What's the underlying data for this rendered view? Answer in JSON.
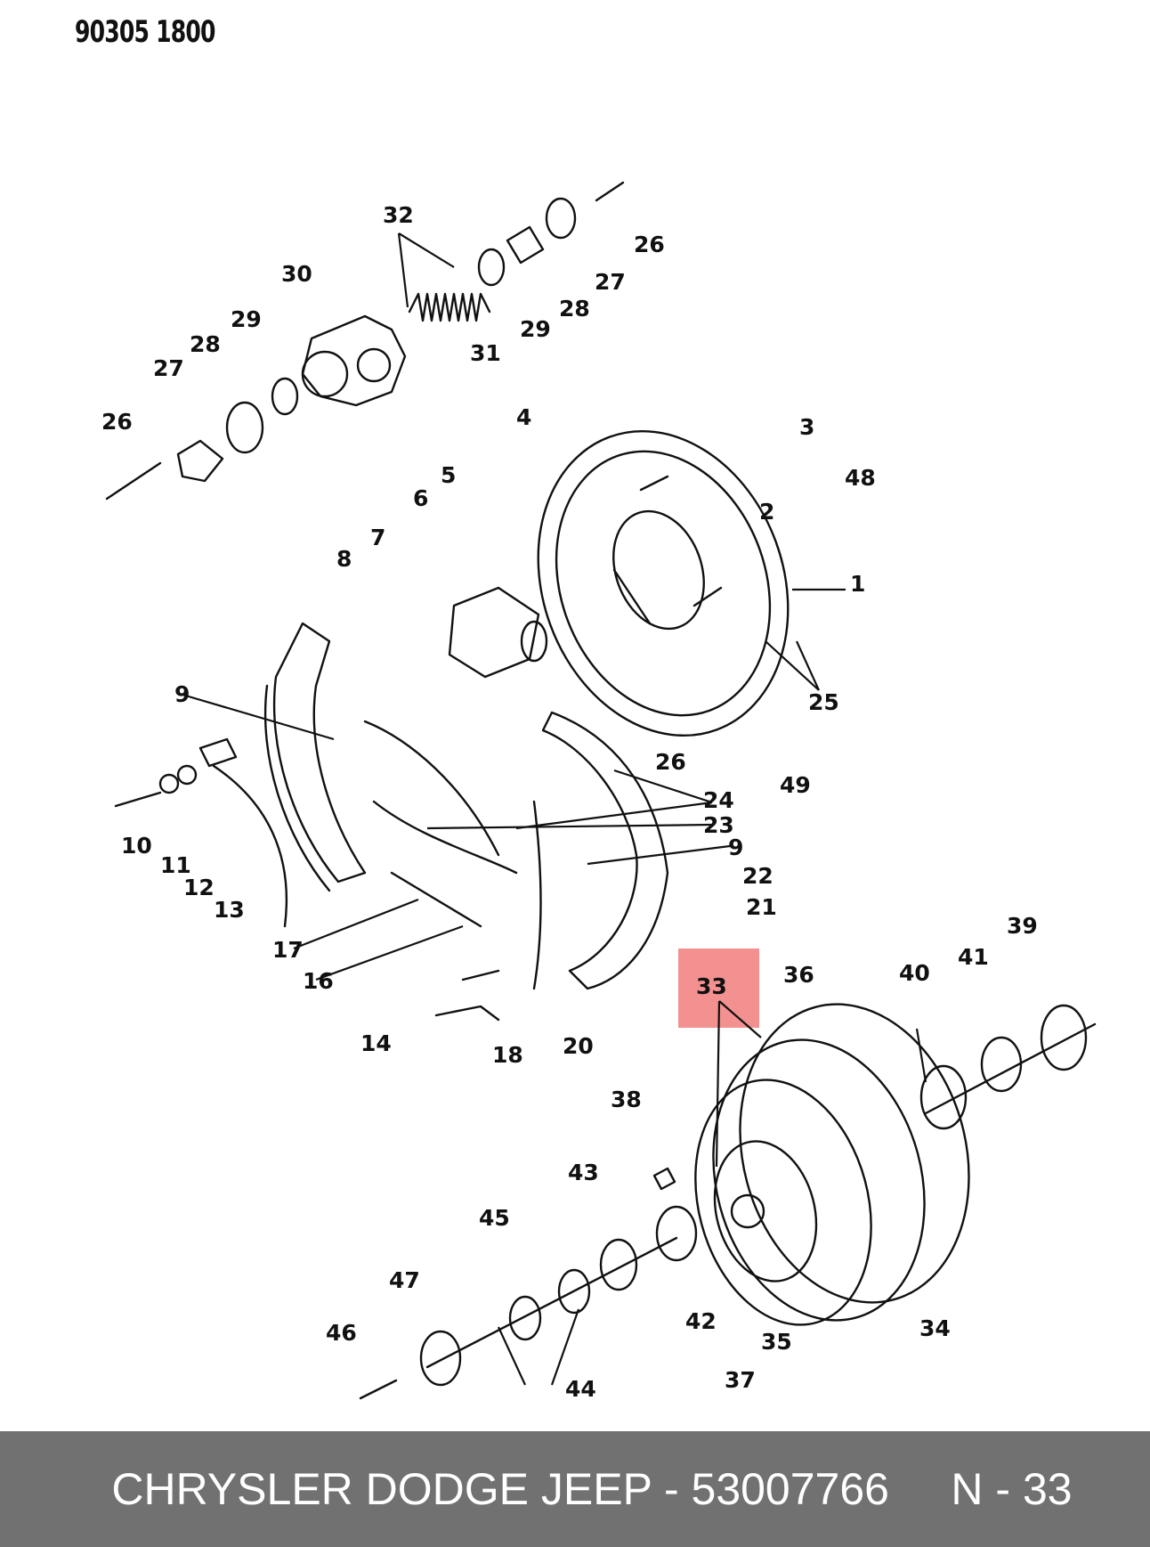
{
  "header": {
    "drawing_number": "90305 1800"
  },
  "callouts": [
    {
      "id": "c1",
      "text": "1"
    },
    {
      "id": "c2",
      "text": "2"
    },
    {
      "id": "c3",
      "text": "3"
    },
    {
      "id": "c4",
      "text": "4"
    },
    {
      "id": "c5",
      "text": "5"
    },
    {
      "id": "c6",
      "text": "6"
    },
    {
      "id": "c7",
      "text": "7"
    },
    {
      "id": "c8",
      "text": "8"
    },
    {
      "id": "c9a",
      "text": "9"
    },
    {
      "id": "c9b",
      "text": "9"
    },
    {
      "id": "c10",
      "text": "10"
    },
    {
      "id": "c11",
      "text": "11"
    },
    {
      "id": "c12",
      "text": "12"
    },
    {
      "id": "c13",
      "text": "13"
    },
    {
      "id": "c14",
      "text": "14"
    },
    {
      "id": "c16",
      "text": "16"
    },
    {
      "id": "c17",
      "text": "17"
    },
    {
      "id": "c18",
      "text": "18"
    },
    {
      "id": "c20",
      "text": "20"
    },
    {
      "id": "c21",
      "text": "21"
    },
    {
      "id": "c22",
      "text": "22"
    },
    {
      "id": "c23",
      "text": "23"
    },
    {
      "id": "c24",
      "text": "24"
    },
    {
      "id": "c25",
      "text": "25"
    },
    {
      "id": "c26a",
      "text": "26"
    },
    {
      "id": "c26b",
      "text": "26"
    },
    {
      "id": "c26c",
      "text": "26"
    },
    {
      "id": "c27a",
      "text": "27"
    },
    {
      "id": "c27b",
      "text": "27"
    },
    {
      "id": "c28a",
      "text": "28"
    },
    {
      "id": "c28b",
      "text": "28"
    },
    {
      "id": "c29a",
      "text": "29"
    },
    {
      "id": "c29b",
      "text": "29"
    },
    {
      "id": "c30",
      "text": "30"
    },
    {
      "id": "c31",
      "text": "31"
    },
    {
      "id": "c32",
      "text": "32"
    },
    {
      "id": "c33",
      "text": "33"
    },
    {
      "id": "c34",
      "text": "34"
    },
    {
      "id": "c35",
      "text": "35"
    },
    {
      "id": "c36",
      "text": "36"
    },
    {
      "id": "c37",
      "text": "37"
    },
    {
      "id": "c38",
      "text": "38"
    },
    {
      "id": "c39",
      "text": "39"
    },
    {
      "id": "c40",
      "text": "40"
    },
    {
      "id": "c41",
      "text": "41"
    },
    {
      "id": "c42",
      "text": "42"
    },
    {
      "id": "c43",
      "text": "43"
    },
    {
      "id": "c44",
      "text": "44"
    },
    {
      "id": "c45",
      "text": "45"
    },
    {
      "id": "c46",
      "text": "46"
    },
    {
      "id": "c47",
      "text": "47"
    },
    {
      "id": "c48",
      "text": "48"
    },
    {
      "id": "c49",
      "text": "49"
    }
  ],
  "highlight": {
    "part": "33",
    "color": "#eb4646"
  },
  "footer": {
    "text": "CHRYSLER DODGE JEEP - 53007766     N - 33",
    "background": "#717171"
  }
}
